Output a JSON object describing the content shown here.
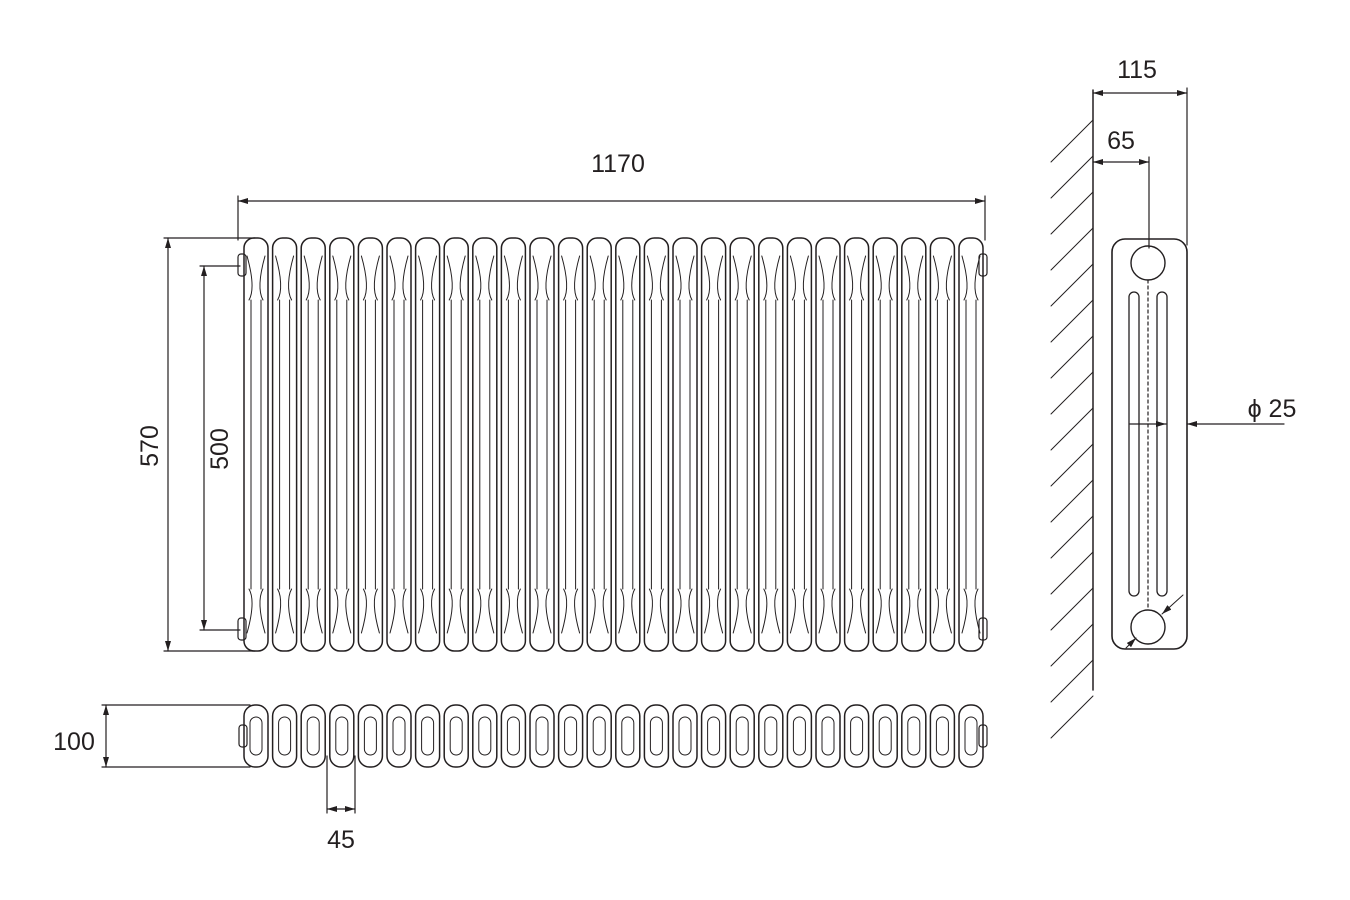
{
  "colors": {
    "line": "#231f20",
    "background": "#ffffff"
  },
  "radiator": {
    "section_count": 26
  },
  "dimensions": {
    "overall_width": "1170",
    "overall_height": "570",
    "pipe_center_height": "500",
    "section_depth": "100",
    "section_pitch": "45",
    "overall_depth": "115",
    "wall_to_pipe_center": "65",
    "pipe_diameter": "ϕ 25"
  }
}
